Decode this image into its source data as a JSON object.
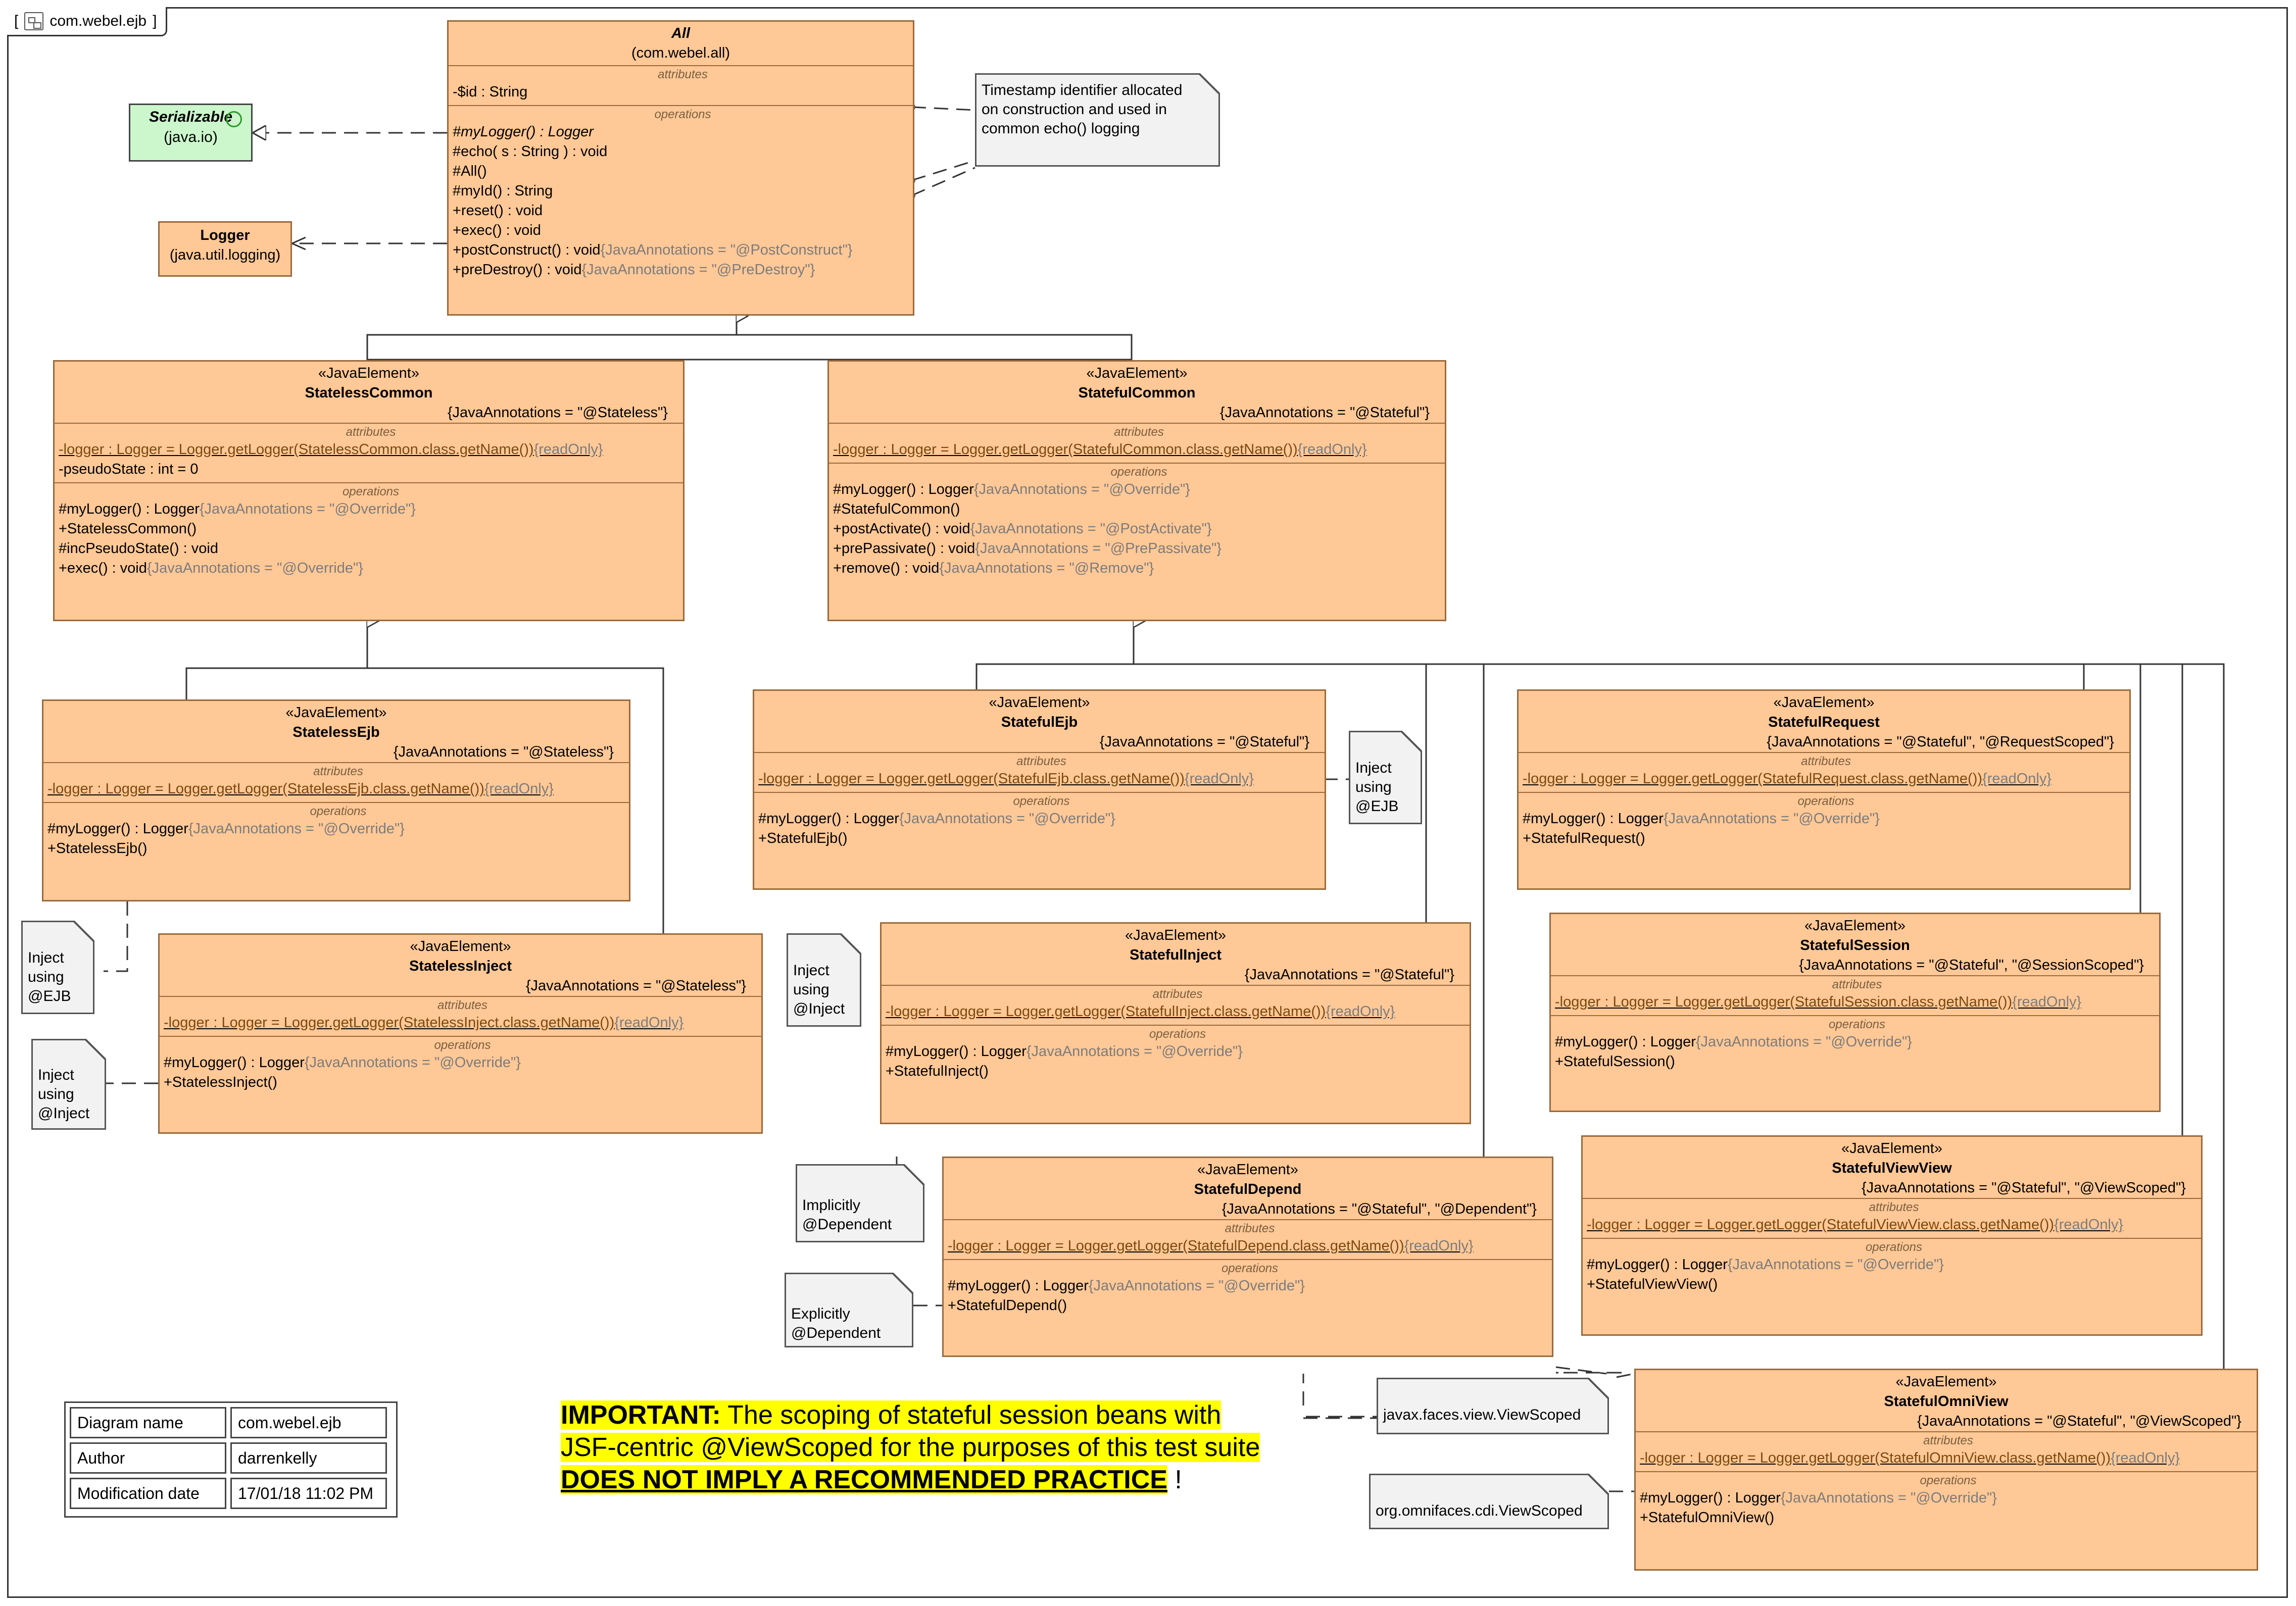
{
  "frame": {
    "title": "com.webel.ejb",
    "icon": "package-diagram-icon"
  },
  "colors": {
    "class_fill": "#FFC896",
    "note_fill": "#f2f2f2",
    "interface_fill": "#ccf7cc",
    "highlight": "#ffff00"
  },
  "classes": {
    "all": {
      "name": "All",
      "package": "(com.webel.all)",
      "attr_title": "attributes",
      "attr1": "-$id : String",
      "ops_title": "operations",
      "op1": "#myLogger() : Logger",
      "op2": "#echo( s : String ) : void",
      "op3": "#All()",
      "op4": "#myId() : String",
      "op5": "+reset() : void",
      "op6": "+exec() : void",
      "op7a": "+postConstruct() : void",
      "op7b": "{JavaAnnotations = \"@PostConstruct\"}",
      "op8a": "+preDestroy() : void",
      "op8b": "{JavaAnnotations = \"@PreDestroy\"}"
    },
    "serializable": {
      "name": "Serializable",
      "package": "(java.io)"
    },
    "logger": {
      "name": "Logger",
      "package": "(java.util.logging)"
    },
    "stateless_common": {
      "stereo": "«JavaElement»",
      "name": "StatelessCommon",
      "tags": "{JavaAnnotations = \"@Stateless\"}",
      "attr_title": "attributes",
      "attr1a": "-logger : Logger = Logger.getLogger(StatelessCommon.class.getName())",
      "attr1b": "{readOnly}",
      "attr2": "-pseudoState : int = 0",
      "ops_title": "operations",
      "op1a": "#myLogger() : Logger",
      "op1b": "{JavaAnnotations = \"@Override\"}",
      "op2": "+StatelessCommon()",
      "op3": "#incPseudoState() : void",
      "op4a": "+exec() : void",
      "op4b": "{JavaAnnotations = \"@Override\"}"
    },
    "stateful_common": {
      "stereo": "«JavaElement»",
      "name": "StatefulCommon",
      "tags": "{JavaAnnotations = \"@Stateful\"}",
      "attr_title": "attributes",
      "attr1a": "-logger : Logger = Logger.getLogger(StatefulCommon.class.getName())",
      "attr1b": "{readOnly}",
      "ops_title": "operations",
      "op1a": "#myLogger() : Logger",
      "op1b": "{JavaAnnotations = \"@Override\"}",
      "op2": "#StatefulCommon()",
      "op3a": "+postActivate() : void",
      "op3b": "{JavaAnnotations = \"@PostActivate\"}",
      "op4a": "+prePassivate() : void",
      "op4b": "{JavaAnnotations = \"@PrePassivate\"}",
      "op5a": "+remove() : void",
      "op5b": "{JavaAnnotations = \"@Remove\"}"
    },
    "stateless_ejb": {
      "stereo": "«JavaElement»",
      "name": "StatelessEjb",
      "tags": "{JavaAnnotations = \"@Stateless\"}",
      "attr_title": "attributes",
      "attr1a": "-logger : Logger = Logger.getLogger(StatelessEjb.class.getName())",
      "attr1b": "{readOnly}",
      "ops_title": "operations",
      "op1a": "#myLogger() : Logger",
      "op1b": "{JavaAnnotations = \"@Override\"}",
      "op2": "+StatelessEjb()"
    },
    "stateless_inject": {
      "stereo": "«JavaElement»",
      "name": "StatelessInject",
      "tags": "{JavaAnnotations = \"@Stateless\"}",
      "attr_title": "attributes",
      "attr1a": "-logger : Logger = Logger.getLogger(StatelessInject.class.getName())",
      "attr1b": "{readOnly}",
      "ops_title": "operations",
      "op1a": "#myLogger() : Logger",
      "op1b": "{JavaAnnotations = \"@Override\"}",
      "op2": "+StatelessInject()"
    },
    "stateful_ejb": {
      "stereo": "«JavaElement»",
      "name": "StatefulEjb",
      "tags": "{JavaAnnotations = \"@Stateful\"}",
      "attr_title": "attributes",
      "attr1a": "-logger : Logger = Logger.getLogger(StatefulEjb.class.getName())",
      "attr1b": "{readOnly}",
      "ops_title": "operations",
      "op1a": "#myLogger() : Logger",
      "op1b": "{JavaAnnotations = \"@Override\"}",
      "op2": "+StatefulEjb()"
    },
    "stateful_inject": {
      "stereo": "«JavaElement»",
      "name": "StatefulInject",
      "tags": "{JavaAnnotations = \"@Stateful\"}",
      "attr_title": "attributes",
      "attr1a": "-logger : Logger = Logger.getLogger(StatefulInject.class.getName())",
      "attr1b": "{readOnly}",
      "ops_title": "operations",
      "op1a": "#myLogger() : Logger",
      "op1b": "{JavaAnnotations = \"@Override\"}",
      "op2": "+StatefulInject()"
    },
    "stateful_depend": {
      "stereo": "«JavaElement»",
      "name": "StatefulDepend",
      "tags": "{JavaAnnotations = \"@Stateful\", \"@Dependent\"}",
      "attr_title": "attributes",
      "attr1a": "-logger : Logger = Logger.getLogger(StatefulDepend.class.getName())",
      "attr1b": "{readOnly}",
      "ops_title": "operations",
      "op1a": "#myLogger() : Logger",
      "op1b": "{JavaAnnotations = \"@Override\"}",
      "op2": "+StatefulDepend()"
    },
    "stateful_request": {
      "stereo": "«JavaElement»",
      "name": "StatefulRequest",
      "tags": "{JavaAnnotations = \"@Stateful\", \"@RequestScoped\"}",
      "attr_title": "attributes",
      "attr1a": "-logger : Logger = Logger.getLogger(StatefulRequest.class.getName())",
      "attr1b": "{readOnly}",
      "ops_title": "operations",
      "op1a": "#myLogger() : Logger",
      "op1b": "{JavaAnnotations = \"@Override\"}",
      "op2": "+StatefulRequest()"
    },
    "stateful_session": {
      "stereo": "«JavaElement»",
      "name": "StatefulSession",
      "tags": "{JavaAnnotations = \"@Stateful\", \"@SessionScoped\"}",
      "attr_title": "attributes",
      "attr1a": "-logger : Logger = Logger.getLogger(StatefulSession.class.getName())",
      "attr1b": "{readOnly}",
      "ops_title": "operations",
      "op1a": "#myLogger() : Logger",
      "op1b": "{JavaAnnotations = \"@Override\"}",
      "op2": "+StatefulSession()"
    },
    "stateful_viewview": {
      "stereo": "«JavaElement»",
      "name": "StatefulViewView",
      "tags": "{JavaAnnotations = \"@Stateful\", \"@ViewScoped\"}",
      "attr_title": "attributes",
      "attr1a": "-logger : Logger = Logger.getLogger(StatefulViewView.class.getName())",
      "attr1b": "{readOnly}",
      "ops_title": "operations",
      "op1a": "#myLogger() : Logger",
      "op1b": "{JavaAnnotations = \"@Override\"}",
      "op2": "+StatefulViewView()"
    },
    "stateful_omniview": {
      "stereo": "«JavaElement»",
      "name": "StatefulOmniView",
      "tags": "{JavaAnnotations = \"@Stateful\", \"@ViewScoped\"}",
      "attr_title": "attributes",
      "attr1a": "-logger : Logger = Logger.getLogger(StatefulOmniView.class.getName())",
      "attr1b": "{readOnly}",
      "ops_title": "operations",
      "op1a": "#myLogger() : Logger",
      "op1b": "{JavaAnnotations = \"@Override\"}",
      "op2": "+StatefulOmniView()"
    }
  },
  "notes": {
    "timestamp": [
      "Timestamp identifier allocated",
      "on construction and used in",
      "common echo() logging"
    ],
    "stateless_ejb": [
      "Inject",
      "using",
      "@EJB"
    ],
    "stateless_inject": [
      "Inject",
      "using",
      "@Inject"
    ],
    "stateful_ejb": [
      "Inject",
      "using",
      "@EJB"
    ],
    "stateful_inject": [
      "Inject",
      "using",
      "@Inject"
    ],
    "implicit": [
      "Implicitly",
      "@Dependent"
    ],
    "explicit": [
      "Explicitly",
      "@Dependent"
    ],
    "jsf_viewscoped": [
      "javax.faces.view.ViewScoped"
    ],
    "omni_viewscoped": [
      "org.omnifaces.cdi.ViewScoped"
    ]
  },
  "legend": {
    "rows": [
      {
        "key": "Diagram name",
        "value": "com.webel.ejb"
      },
      {
        "key": "Author",
        "value": "darrenkelly"
      },
      {
        "key": "Modification date",
        "value": "17/01/18 11:02 PM"
      }
    ]
  },
  "important": {
    "label": "IMPORTANT:",
    "line1": " The scoping of stateful session beans with",
    "line2": "JSF-centric @ViewScoped for the purposes of this test suite",
    "emph": "DOES NOT IMPLY A RECOMMENDED PRACTICE",
    "tail": " !"
  }
}
